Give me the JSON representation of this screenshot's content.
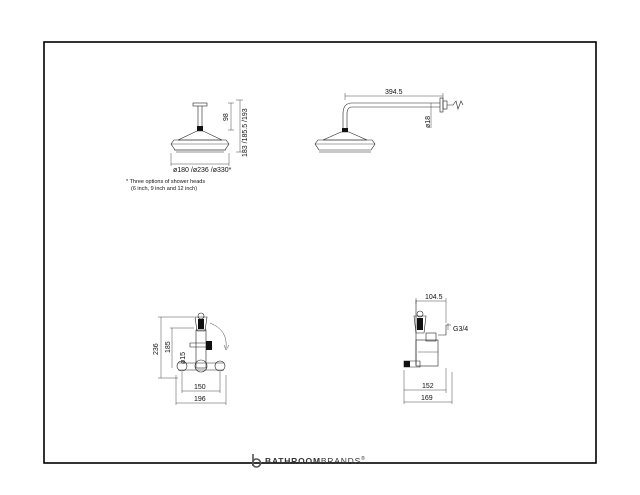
{
  "head_side": {
    "dim_98": "98",
    "dim_overall": "183 /185.5 /193",
    "dim_diameters": "ø180 /ø236 /ø330*"
  },
  "footnote": {
    "line1": "* Three options of shower heads",
    "line2": "(6 inch, 9 inch and 12 inch)"
  },
  "arm": {
    "dim_length": "394.5",
    "dim_pipe": "ø18"
  },
  "valve_front": {
    "dim_236": "236",
    "dim_185": "185",
    "dim_bore": "ø15",
    "dim_150": "150",
    "dim_196": "196"
  },
  "valve_side": {
    "dim_104_5": "104.5",
    "dim_thread": "G3/4",
    "dim_152": "152",
    "dim_169": "169"
  },
  "brand": {
    "name_bold": "BATHROOM",
    "name_light": "BRANDS",
    "mark": "®",
    "logo_letter": "b"
  }
}
